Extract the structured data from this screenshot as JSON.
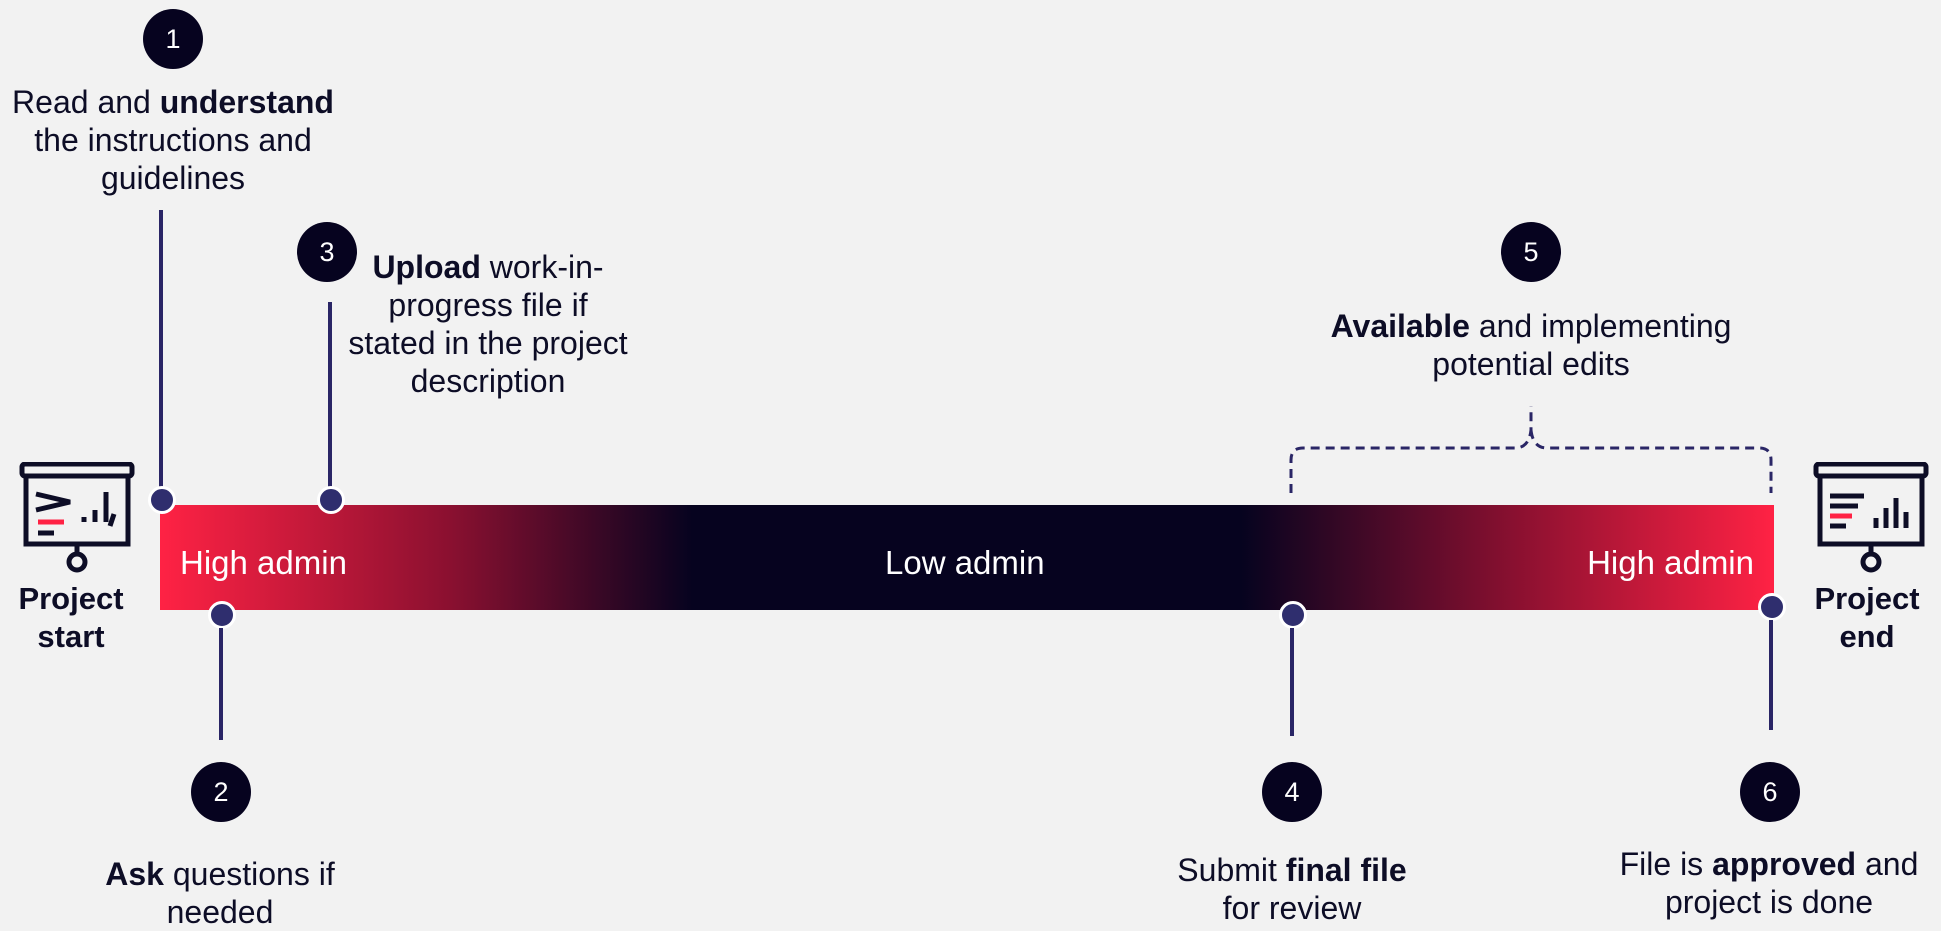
{
  "project_start": {
    "line1": "Project",
    "line2": "start"
  },
  "project_end": {
    "line1": "Project",
    "line2": "end"
  },
  "bar": {
    "left_label": "High admin",
    "middle_label": "Low admin",
    "right_label": "High admin"
  },
  "steps": [
    {
      "number": "1",
      "pre": "Read and ",
      "bold": "understand",
      "post": " the instructions and guidelines"
    },
    {
      "number": "2",
      "pre": "",
      "bold": "Ask",
      "post": " questions if needed"
    },
    {
      "number": "3",
      "pre": "",
      "bold": "Upload",
      "post": " work-in-progress file if stated in the project description"
    },
    {
      "number": "4",
      "pre": "Submit ",
      "bold": "final file",
      "post": " for review"
    },
    {
      "number": "5",
      "pre": "",
      "bold": "Available",
      "post": " and implementing potential edits"
    },
    {
      "number": "6",
      "pre": "File is ",
      "bold": "approved",
      "post": " and project is done"
    }
  ],
  "colors": {
    "background": "#f2f2f2",
    "accent_red": "#ff2244",
    "dark_navy": "#06031f",
    "line": "#2a2666"
  }
}
